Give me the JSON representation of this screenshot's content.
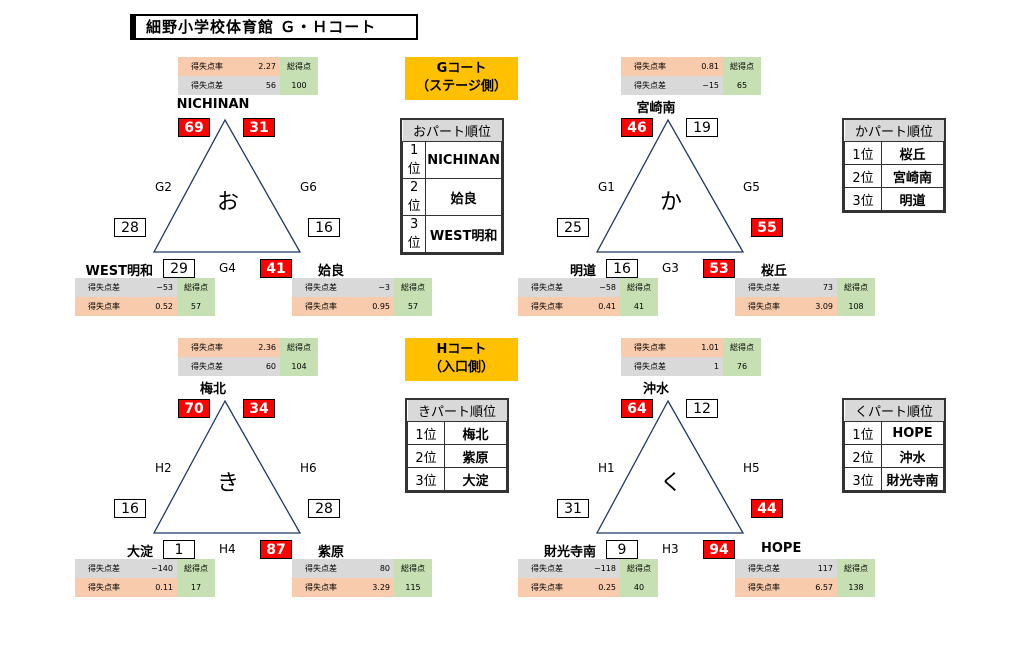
{
  "title": "細野小学校体育館 Ｇ・Ｈコート",
  "courts": {
    "g": {
      "line1": "Gコート",
      "line2": "（ステージ側）"
    },
    "h": {
      "line1": "Hコート",
      "line2": "（入口側）"
    }
  },
  "stat_labels": {
    "rate": "得失点率",
    "diff": "得失点差",
    "total": "総得点"
  },
  "groups": {
    "o": {
      "mark": "お",
      "games": {
        "left": "G2",
        "right": "G6",
        "bottom": "G4"
      },
      "top": {
        "name": "NICHINAN",
        "rate": "2.27",
        "diff": "56",
        "total": "100"
      },
      "bl": {
        "name": "WEST明和",
        "diff": "−53",
        "rate": "0.52",
        "total": "57"
      },
      "br": {
        "name": "姶良",
        "diff": "−3",
        "rate": "0.95",
        "total": "57"
      },
      "scores": {
        "top_left": "69",
        "top_right": "31",
        "left_top": "28",
        "left_bottom": "29",
        "right_top": "16",
        "right_bottom": "41"
      },
      "ranking": {
        "header": "おパート順位",
        "rows": [
          {
            "pos": "1位",
            "name": "NICHINAN"
          },
          {
            "pos": "2位",
            "name": "姶良"
          },
          {
            "pos": "3位",
            "name": "WEST明和"
          }
        ]
      }
    },
    "ka": {
      "mark": "か",
      "games": {
        "left": "G1",
        "right": "G5",
        "bottom": "G3"
      },
      "top": {
        "name": "宮崎南",
        "rate": "0.81",
        "diff": "−15",
        "total": "65"
      },
      "bl": {
        "name": "明道",
        "diff": "−58",
        "rate": "0.41",
        "total": "41"
      },
      "br": {
        "name": "桜丘",
        "diff": "73",
        "rate": "3.09",
        "total": "108"
      },
      "scores": {
        "top_left": "46",
        "top_right": "19",
        "left_top": "25",
        "left_bottom": "16",
        "right_top": "55",
        "right_bottom": "53"
      },
      "ranking": {
        "header": "かパート順位",
        "rows": [
          {
            "pos": "1位",
            "name": "桜丘"
          },
          {
            "pos": "2位",
            "name": "宮崎南"
          },
          {
            "pos": "3位",
            "name": "明道"
          }
        ]
      }
    },
    "ki": {
      "mark": "き",
      "games": {
        "left": "H2",
        "right": "H6",
        "bottom": "H4"
      },
      "top": {
        "name": "梅北",
        "rate": "2.36",
        "diff": "60",
        "total": "104"
      },
      "bl": {
        "name": "大淀",
        "diff": "−140",
        "rate": "0.11",
        "total": "17"
      },
      "br": {
        "name": "紫原",
        "diff": "80",
        "rate": "3.29",
        "total": "115"
      },
      "scores": {
        "top_left": "70",
        "top_right": "34",
        "left_top": "16",
        "left_bottom": "1",
        "right_top": "28",
        "right_bottom": "87"
      },
      "ranking": {
        "header": "きパート順位",
        "rows": [
          {
            "pos": "1位",
            "name": "梅北"
          },
          {
            "pos": "2位",
            "name": "紫原"
          },
          {
            "pos": "3位",
            "name": "大淀"
          }
        ]
      }
    },
    "ku": {
      "mark": "く",
      "games": {
        "left": "H1",
        "right": "H5",
        "bottom": "H3"
      },
      "top": {
        "name": "沖水",
        "rate": "1.01",
        "diff": "1",
        "total": "76"
      },
      "bl": {
        "name": "財光寺南",
        "diff": "−118",
        "rate": "0.25",
        "total": "40"
      },
      "br": {
        "name": "HOPE",
        "diff": "117",
        "rate": "6.57",
        "total": "138"
      },
      "scores": {
        "top_left": "64",
        "top_right": "12",
        "left_top": "31",
        "left_bottom": "9",
        "right_top": "44",
        "right_bottom": "94"
      },
      "ranking": {
        "header": "くパート順位",
        "rows": [
          {
            "pos": "1位",
            "name": "HOPE"
          },
          {
            "pos": "2位",
            "name": "沖水"
          },
          {
            "pos": "3位",
            "name": "財光寺南"
          }
        ]
      }
    }
  },
  "colors": {
    "win_box": "#ff0000",
    "court_label": "#ffc000",
    "rate_cell": "#f8cbad",
    "diff_cell": "#d9d9d9",
    "total_cell": "#c6e0b4"
  }
}
